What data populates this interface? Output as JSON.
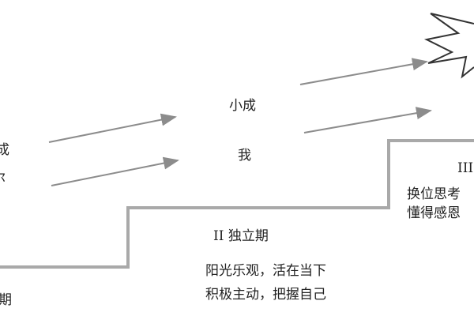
{
  "left": {
    "top": "成",
    "middle": "尔",
    "bottom": "期"
  },
  "stage2": {
    "arrow_top_label": "小成",
    "arrow_bottom_label": "我",
    "title": "II 独立期",
    "line1": "阳光乐观，活在当下",
    "line2": "积极主动，把握自己"
  },
  "stage3": {
    "title": "III",
    "line1": "换位思考",
    "line2": "懂得感恩"
  },
  "colors": {
    "line": "#a9a9a9",
    "arrow": "#8c8c8c",
    "star": "#333333"
  }
}
